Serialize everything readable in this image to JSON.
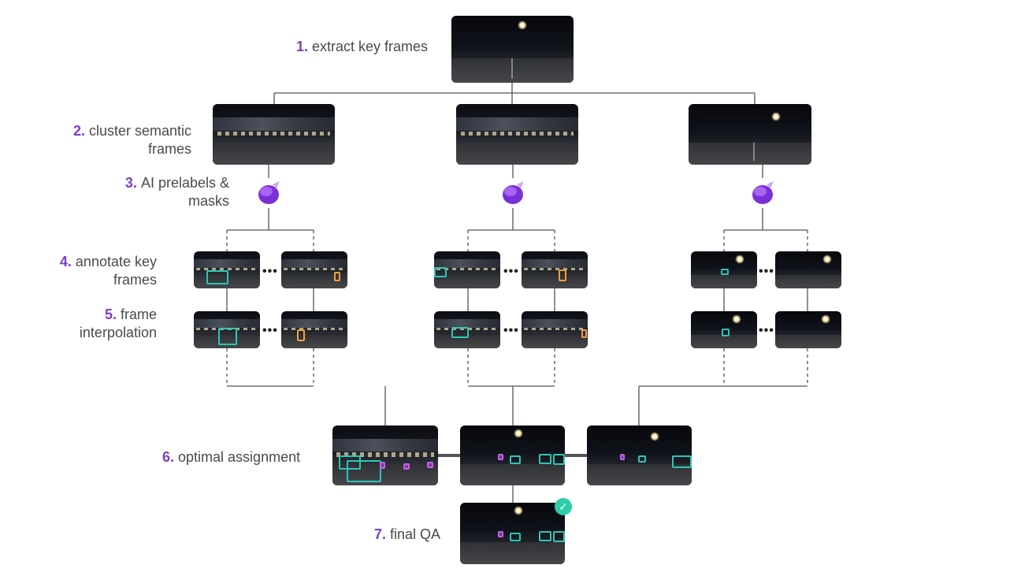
{
  "steps": [
    {
      "num": "1.",
      "lines": [
        "extract key frames"
      ]
    },
    {
      "num": "2.",
      "lines": [
        "cluster semantic",
        "frames"
      ]
    },
    {
      "num": "3.",
      "lines": [
        "AI prelabels &",
        "masks"
      ]
    },
    {
      "num": "4.",
      "lines": [
        "annotate key",
        "frames"
      ]
    },
    {
      "num": "5.",
      "lines": [
        "frame",
        "interpolation"
      ]
    },
    {
      "num": "6.",
      "lines": [
        "optimal assignment"
      ]
    },
    {
      "num": "7.",
      "lines": [
        "final QA"
      ]
    }
  ],
  "ellipsis": "•••",
  "check_glyph": "✓",
  "icons": {
    "ai_model": "purple-model-icon",
    "qa_pass": "check-circle-icon"
  },
  "colors": {
    "step_number": "#7a3fc4",
    "label_text": "#4a4a4a",
    "connector": "#555555",
    "box_teal": "#2ec5b6",
    "box_orange": "#f3a23b",
    "box_purple": "#c75cf0",
    "check": "#2fcca8"
  }
}
